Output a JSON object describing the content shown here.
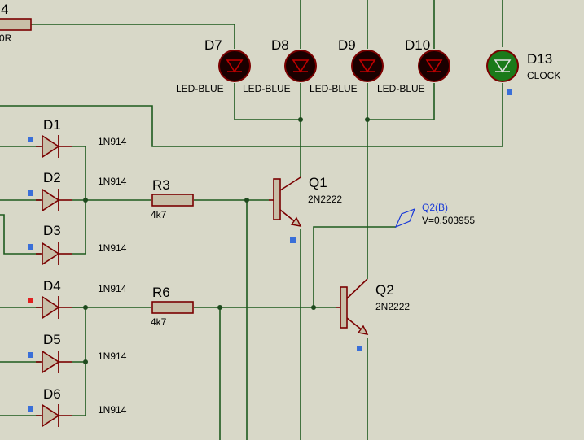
{
  "colors": {
    "background": "#d8d8c8",
    "wire": "#1e5a1e",
    "component": "#7a0000",
    "body_fill": "#c8bfa8",
    "led_off": "#1a0000",
    "led_on": "#1a7a1a",
    "pin_blue": "#3a6fd8",
    "pin_red": "#e02020",
    "probe": "#1a3ad8"
  },
  "fragments": {
    "top_left_ref": "4",
    "top_left_value": "0R"
  },
  "leds": [
    {
      "ref": "D7",
      "value": "LED-BLUE"
    },
    {
      "ref": "D8",
      "value": "LED-BLUE"
    },
    {
      "ref": "D9",
      "value": "LED-BLUE"
    },
    {
      "ref": "D10",
      "value": "LED-BLUE"
    },
    {
      "ref": "D13",
      "value": "CLOCK"
    }
  ],
  "diodes": [
    {
      "ref": "D1",
      "value": "1N914"
    },
    {
      "ref": "D2",
      "value": "1N914"
    },
    {
      "ref": "D3",
      "value": "1N914"
    },
    {
      "ref": "D4",
      "value": "1N914"
    },
    {
      "ref": "D5",
      "value": "1N914"
    },
    {
      "ref": "D6",
      "value": "1N914"
    }
  ],
  "resistors": [
    {
      "ref": "R3",
      "value": "4k7"
    },
    {
      "ref": "R6",
      "value": "4k7"
    }
  ],
  "transistors": [
    {
      "ref": "Q1",
      "value": "2N2222"
    },
    {
      "ref": "Q2",
      "value": "2N2222"
    }
  ],
  "probe": {
    "name": "Q2(B)",
    "reading": "V=0.503955"
  }
}
